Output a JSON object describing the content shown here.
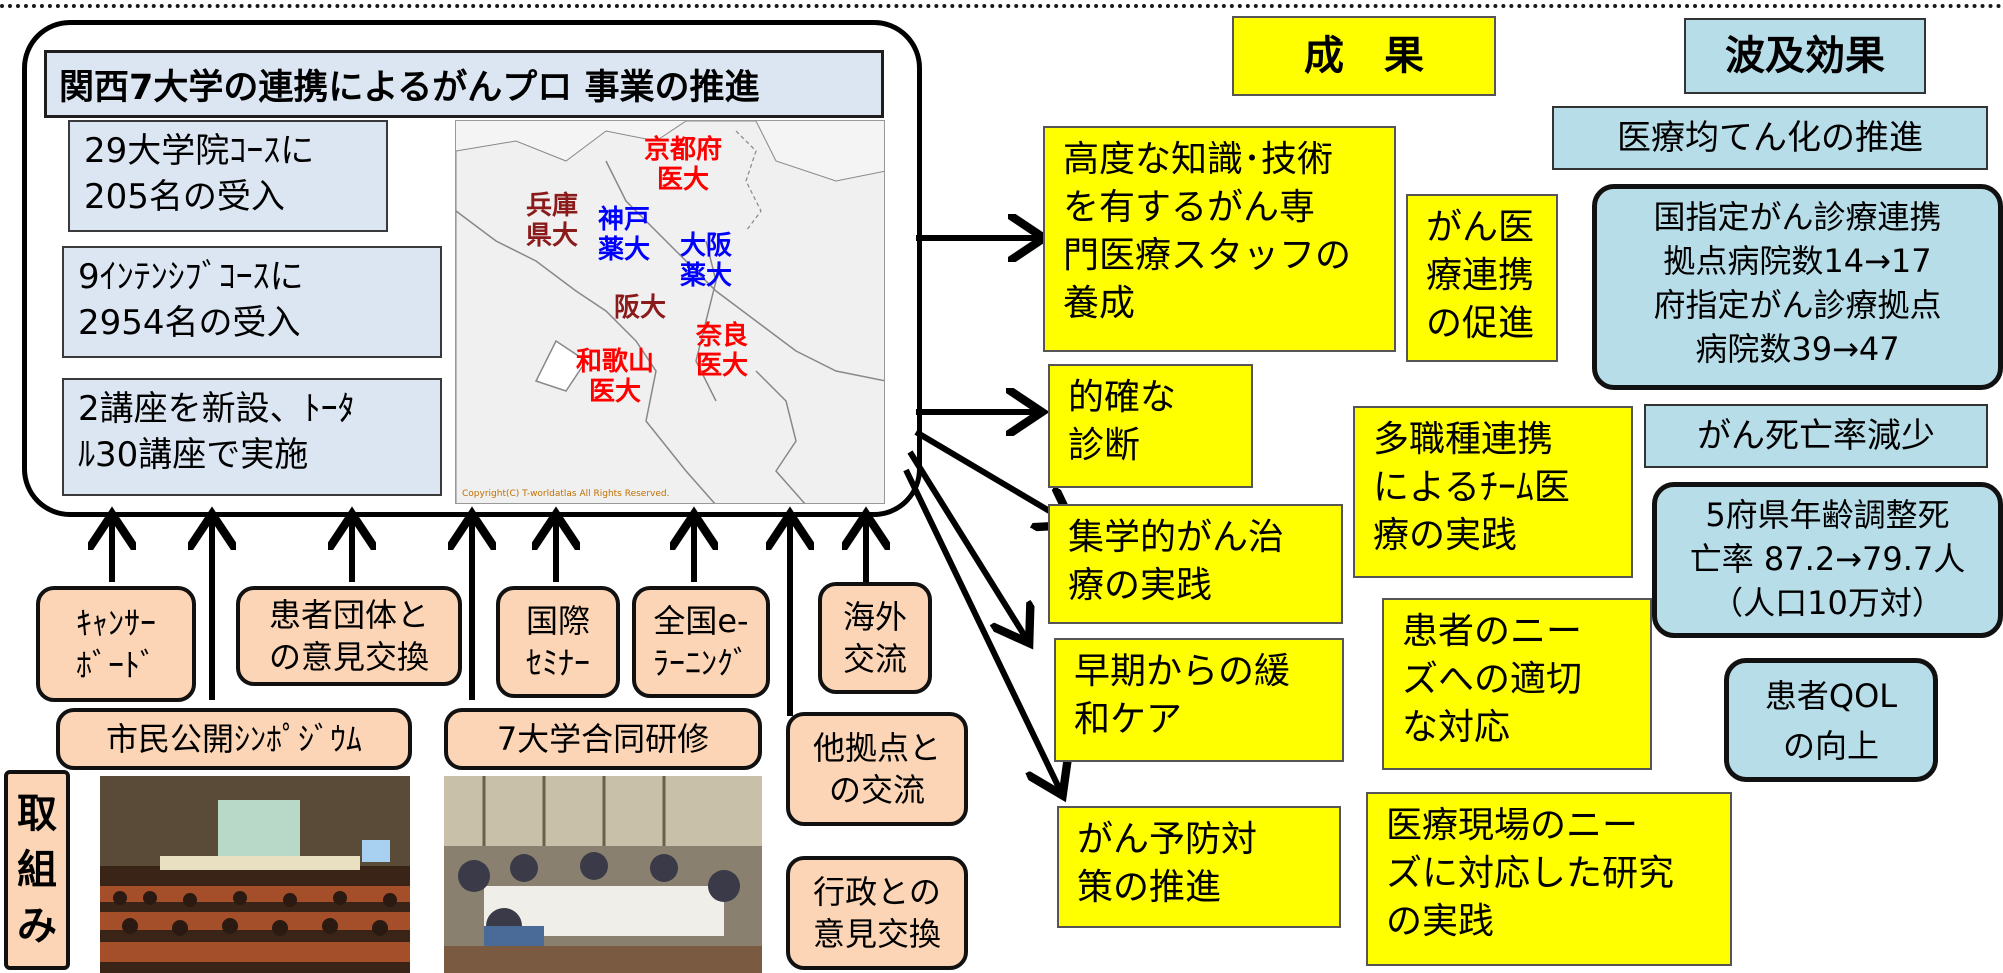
{
  "main_title": "関西7大学の連携によるがんプロ 事業の推進",
  "stats": [
    "29大学院ｺｰｽに\n205名の受入",
    "9ｲﾝﾃﾝｼﾌﾞｺｰｽに\n2954名の受入",
    "2講座を新設、ﾄｰﾀ\nﾙ30講座で実施"
  ],
  "map": {
    "copyright": "Copyright(C) T-worldatlas All Rights Reserved.",
    "universities": [
      {
        "label": "京都府\n医大",
        "color": "#ff0000"
      },
      {
        "label": "兵庫\n県大",
        "color": "#8b1a1a"
      },
      {
        "label": "神戸\n薬大",
        "color": "#0000ff"
      },
      {
        "label": "大阪\n薬大",
        "color": "#0000ff"
      },
      {
        "label": "阪大",
        "color": "#8b1a1a"
      },
      {
        "label": "和歌山\n医大",
        "color": "#ff0000"
      },
      {
        "label": "奈良\n医大",
        "color": "#ff0000"
      }
    ]
  },
  "initiatives": {
    "heading": "取\n組\nみ",
    "items": [
      "ｷｬﾝｻｰ\nﾎﾞｰﾄﾞ",
      "患者団体と\nの意見交換",
      "国際\nｾﾐﾅｰ",
      "全国e-\nﾗｰﾆﾝｸﾞ",
      "海外\n交流",
      "市民公開ｼﾝﾎﾟｼﾞｳﾑ",
      "7大学合同研修",
      "他拠点と\nの交流",
      "行政との\n意見交換"
    ]
  },
  "results": {
    "heading": "成　果",
    "items": [
      "高度な知識･技術\nを有するがん専\n門医療スタッフの\n養成",
      "的確な\n診断",
      "集学的がん治\n療の実践",
      "早期からの緩\n和ケア",
      "がん予防対\n策の推進",
      "がん医\n療連携\nの促進",
      "多職種連携\nによるﾁｰﾑ医\n療の実践",
      "患者のニー\nズへの適切\nな対応",
      "医療現場のニー\nズに対応した研究\nの実践"
    ]
  },
  "ripple": {
    "heading": "波及効果",
    "items": [
      "医療均てん化の推進",
      "国指定がん診療連携\n拠点病院数14→17\n府指定がん診療拠点\n病院数39→47",
      "がん死亡率減少",
      "5府県年齢調整死\n亡率 87.2→79.7人\n（人口10万対）",
      "患者QOL\nの向上"
    ]
  },
  "colors": {
    "yellow": "#ffff00",
    "light_blue": "#b7dde8",
    "peach": "#fbd5b5",
    "pale_blue": "#dbe6f2"
  }
}
